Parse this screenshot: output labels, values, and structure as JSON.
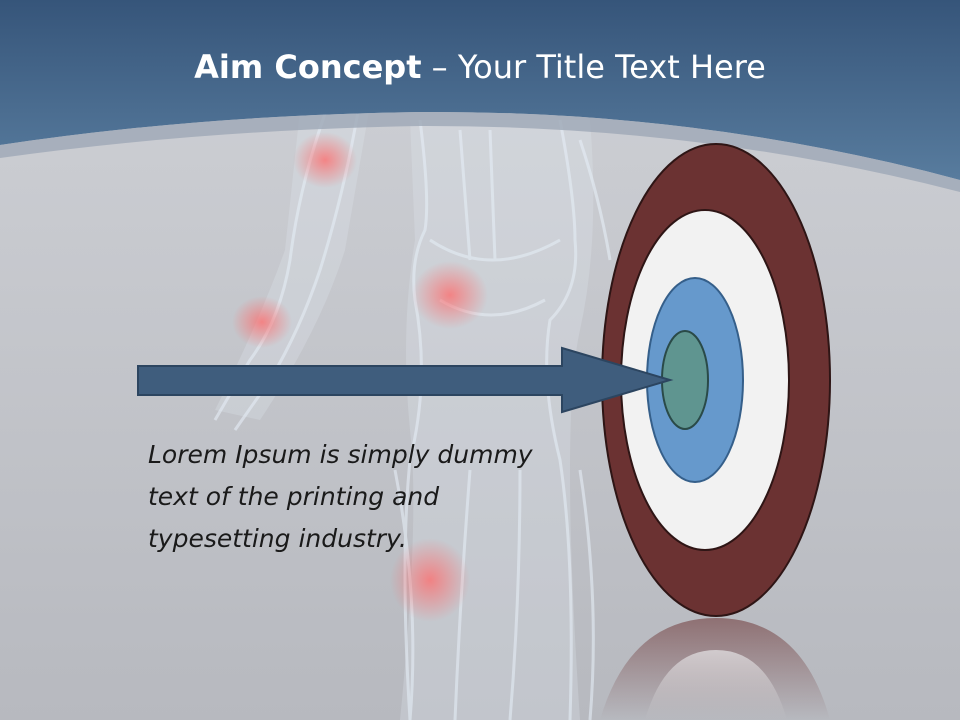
{
  "slide": {
    "title_bold": "Aim Concept",
    "title_rest": "– Your Title Text Here",
    "body_text": "Lorem Ipsum is simply dummy text of the printing and typesetting industry."
  },
  "colors": {
    "header_band": "#4a6c8e",
    "background": "#c4c6cc",
    "arrow_fill": "#3f5d7d",
    "target_outer_ring": "#6b3232",
    "target_white_ring": "#f2f2f2",
    "target_blue_ring": "#6699cc",
    "target_bullseye": "#5f9590"
  }
}
